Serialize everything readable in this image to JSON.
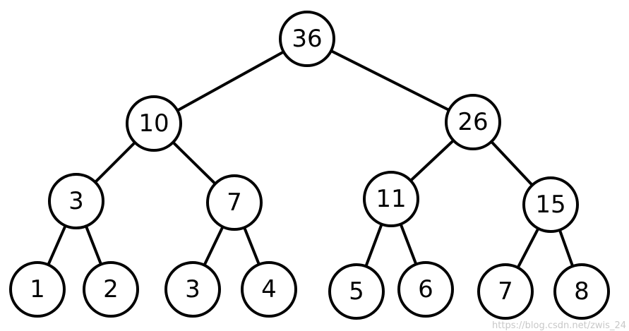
{
  "tree": {
    "nodes": [
      {
        "id": "n36",
        "label": "36"
      },
      {
        "id": "n10",
        "label": "10"
      },
      {
        "id": "n26",
        "label": "26"
      },
      {
        "id": "n3a",
        "label": "3"
      },
      {
        "id": "n7a",
        "label": "7"
      },
      {
        "id": "n11",
        "label": "11"
      },
      {
        "id": "n15",
        "label": "15"
      },
      {
        "id": "n1",
        "label": "1"
      },
      {
        "id": "n2",
        "label": "2"
      },
      {
        "id": "n3b",
        "label": "3"
      },
      {
        "id": "n4",
        "label": "4"
      },
      {
        "id": "n5",
        "label": "5"
      },
      {
        "id": "n6",
        "label": "6"
      },
      {
        "id": "n7b",
        "label": "7"
      },
      {
        "id": "n8",
        "label": "8"
      }
    ],
    "edges": [
      [
        "n36",
        "n10"
      ],
      [
        "n36",
        "n26"
      ],
      [
        "n10",
        "n3a"
      ],
      [
        "n10",
        "n7a"
      ],
      [
        "n26",
        "n11"
      ],
      [
        "n26",
        "n15"
      ],
      [
        "n3a",
        "n1"
      ],
      [
        "n3a",
        "n2"
      ],
      [
        "n7a",
        "n3b"
      ],
      [
        "n7a",
        "n4"
      ],
      [
        "n11",
        "n5"
      ],
      [
        "n11",
        "n6"
      ],
      [
        "n15",
        "n7b"
      ],
      [
        "n15",
        "n8"
      ]
    ]
  },
  "watermark": "https://blog.csdn.net/zwis_24"
}
